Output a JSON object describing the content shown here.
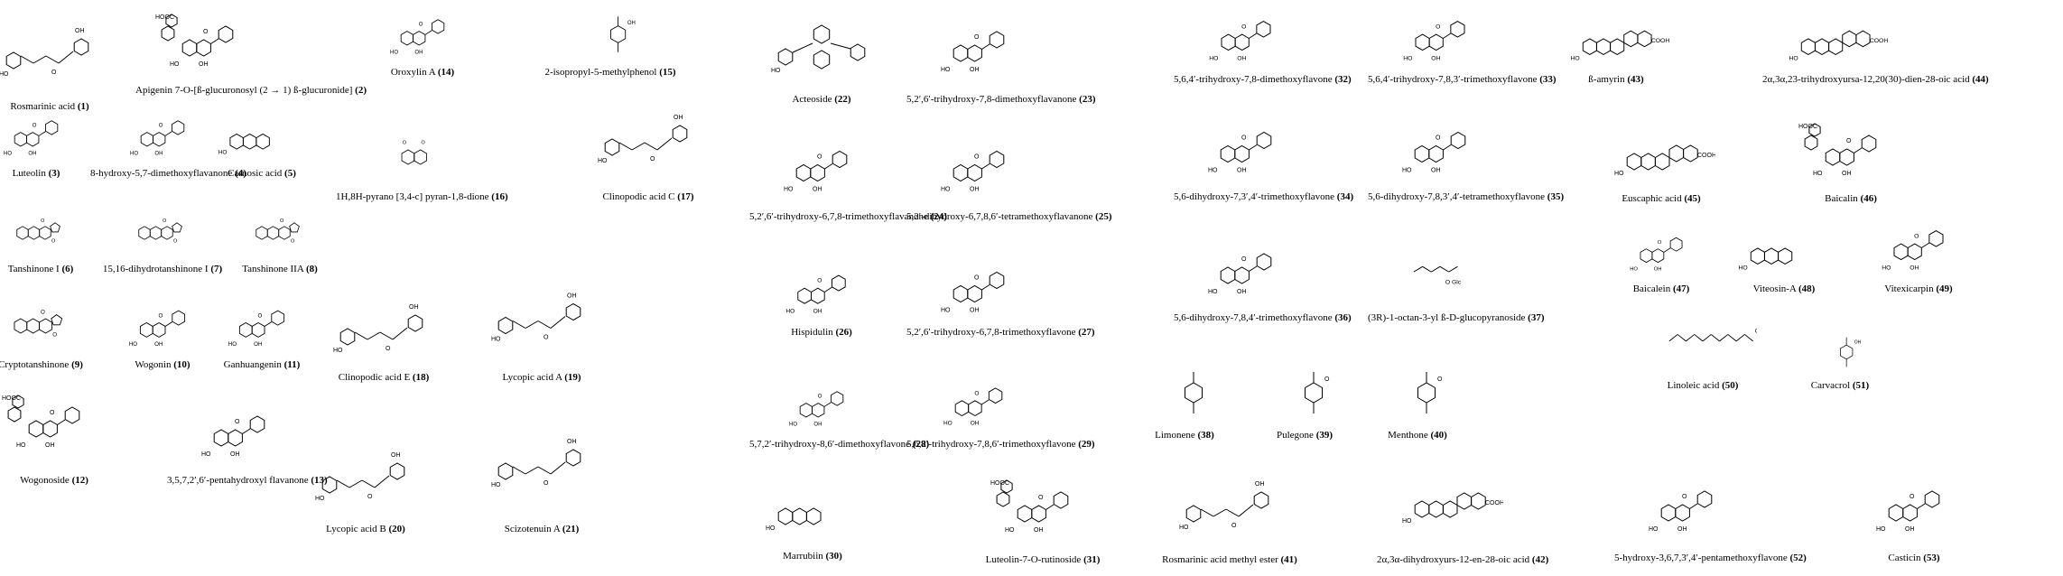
{
  "compounds": [
    {
      "name": "Rosmarinic acid",
      "num": "(1)"
    },
    {
      "name": "Apigenin 7-O-[ß-glucuronosyl (2 → 1) ß-glucuronide]",
      "num": "(2)"
    },
    {
      "name": "Luteolin",
      "num": "(3)"
    },
    {
      "name": "8-hydroxy-5,7-dimethoxyflavanone",
      "num": "(4)"
    },
    {
      "name": "Carnosic acid",
      "num": "(5)"
    },
    {
      "name": "Tanshinone I",
      "num": "(6)"
    },
    {
      "name": "15,16-dihydrotanshinone I",
      "num": "(7)"
    },
    {
      "name": "Tanshinone IIA",
      "num": "(8)"
    },
    {
      "name": "Cryptotanshinone",
      "num": "(9)"
    },
    {
      "name": "Wogonin",
      "num": "(10)"
    },
    {
      "name": "Ganhuangenin",
      "num": "(11)"
    },
    {
      "name": "Wogonoside",
      "num": "(12)"
    },
    {
      "name": "3,5,7,2′,6′-pentahydroxyl flavanone",
      "num": "(13)"
    },
    {
      "name": "Oroxylin A",
      "num": "(14)"
    },
    {
      "name": "2-isopropyl-5-methylphenol",
      "num": "(15)"
    },
    {
      "name": "1H,8H-pyrano [3,4-c] pyran-1,8-dione",
      "num": "(16)"
    },
    {
      "name": "Clinopodic acid C",
      "num": "(17)"
    },
    {
      "name": "Clinopodic acid E",
      "num": "(18)"
    },
    {
      "name": "Lycopic acid A",
      "num": "(19)"
    },
    {
      "name": "Lycopic acid B",
      "num": "(20)"
    },
    {
      "name": "Scizotenuin A",
      "num": "(21)"
    },
    {
      "name": "Acteoside",
      "num": "(22)"
    },
    {
      "name": "5,2′,6′-trihydroxy-7,8-dimethoxyflavanone",
      "num": "(23)"
    },
    {
      "name": "5,2′,6′-trihydroxy-6,7,8-trimethoxyflavanone",
      "num": "(24)"
    },
    {
      "name": "5,2′-dihydroxy-6,7,8,6′-tetramethoxyflavanone",
      "num": "(25)"
    },
    {
      "name": "Hispidulin",
      "num": "(26)"
    },
    {
      "name": "5,2′,6′-trihydroxy-6,7,8-trimethoxyflavone",
      "num": "(27)"
    },
    {
      "name": "5,7,2′-trihydroxy-8,6′-dimethoxyflavone",
      "num": "(28)"
    },
    {
      "name": "5,6,2′-trihydroxy-7,8,6′-trimethoxyflavone",
      "num": "(29)"
    },
    {
      "name": "Marrubiin",
      "num": "(30)"
    },
    {
      "name": "Luteolin-7-O-rutinoside",
      "num": "(31)"
    },
    {
      "name": "5,6,4′-trihydroxy-7,8-dimethoxyflavone",
      "num": "(32)"
    },
    {
      "name": "5,6,4′-trihydroxy-7,8,3′-trimethoxyflavone",
      "num": "(33)"
    },
    {
      "name": "5,6-dihydroxy-7,3′,4′-trimethoxyflavone",
      "num": "(34)"
    },
    {
      "name": "5,6-dihydroxy-7,8,3′,4′-tetramethoxyflavone",
      "num": "(35)"
    },
    {
      "name": "5,6-dihydroxy-7,8,4′-trimethoxyflavone",
      "num": "(36)"
    },
    {
      "name": "(3R)-1-octan-3-yl ß-D-glucopyranoside",
      "num": "(37)"
    },
    {
      "name": "Limonene",
      "num": "(38)"
    },
    {
      "name": "Pulegone",
      "num": "(39)"
    },
    {
      "name": "Menthone",
      "num": "(40)"
    },
    {
      "name": "Rosmarinic acid methyl ester",
      "num": "(41)"
    },
    {
      "name": "2α,3α-dihydroxyurs-12-en-28-oic acid",
      "num": "(42)"
    },
    {
      "name": "ß-amyrin",
      "num": "(43)"
    },
    {
      "name": "2α,3α,23-trihydroxyursa-12,20(30)-dien-28-oic acid",
      "num": "(44)"
    },
    {
      "name": "Euscaphic acid",
      "num": "(45)"
    },
    {
      "name": "Baicalin",
      "num": "(46)"
    },
    {
      "name": "Baicalein",
      "num": "(47)"
    },
    {
      "name": "Viteosin-A",
      "num": "(48)"
    },
    {
      "name": "Vitexicarpin",
      "num": "(49)"
    },
    {
      "name": "Linoleic acid",
      "num": "(50)"
    },
    {
      "name": "Carvacrol",
      "num": "(51)"
    },
    {
      "name": "5-hydroxy-3,6,7,3′,4′-pentamethoxyflavone",
      "num": "(52)"
    },
    {
      "name": "Casticin",
      "num": "(53)"
    }
  ]
}
